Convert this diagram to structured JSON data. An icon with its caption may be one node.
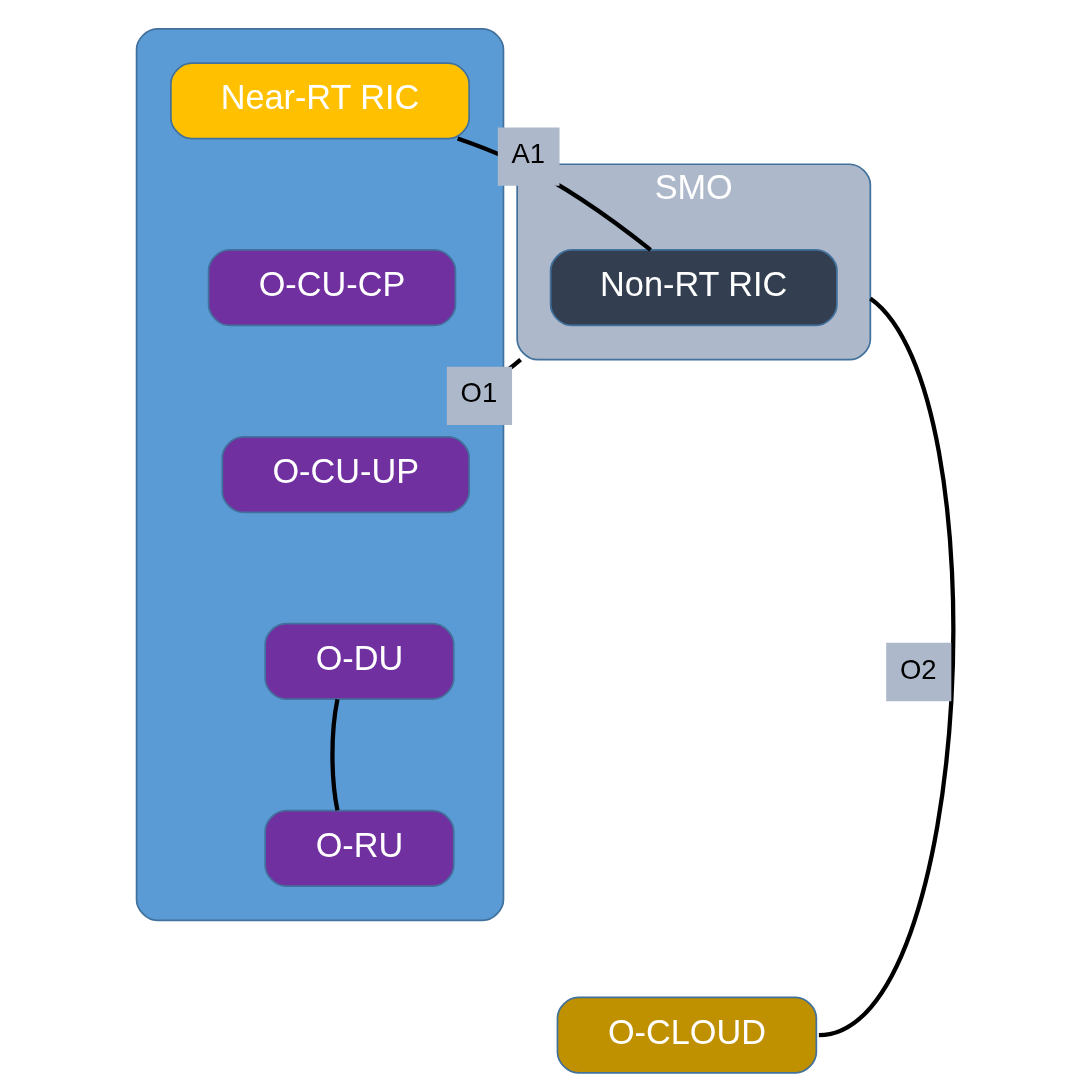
{
  "diagram": {
    "nodes": [
      {
        "text": [
          "SMO"
        ]
      },
      {
        "text": [
          "Non-RT RIC"
        ],
        "in": 0
      },
      {
        "text": [],
        "shape": "box"
      },
      {
        "text": [
          "Near-RT RIC"
        ],
        "in": 2
      },
      {
        "text": [
          "O-CU-CP"
        ],
        "in": 2
      },
      {
        "text": [
          "O-CU-UP"
        ],
        "in": 2
      },
      {
        "text": [
          "O-DU"
        ],
        "in": 2
      },
      {
        "text": [
          "O-RU"
        ],
        "in": 2
      },
      {
        "text": [
          "O-CLOUD"
        ]
      }
    ],
    "edges": [
      {
        "from": 0,
        "to": 2,
        "arrow": "none",
        "label": "O1"
      },
      {
        "from": 1,
        "to": 3,
        "arrow": "none",
        "label": "A1"
      },
      {
        "from": 0,
        "to": 8,
        "arrow": "none",
        "label": "O2"
      },
      {
        "from": 6,
        "to": 7,
        "arrow": "none"
      }
    ]
  }
}
